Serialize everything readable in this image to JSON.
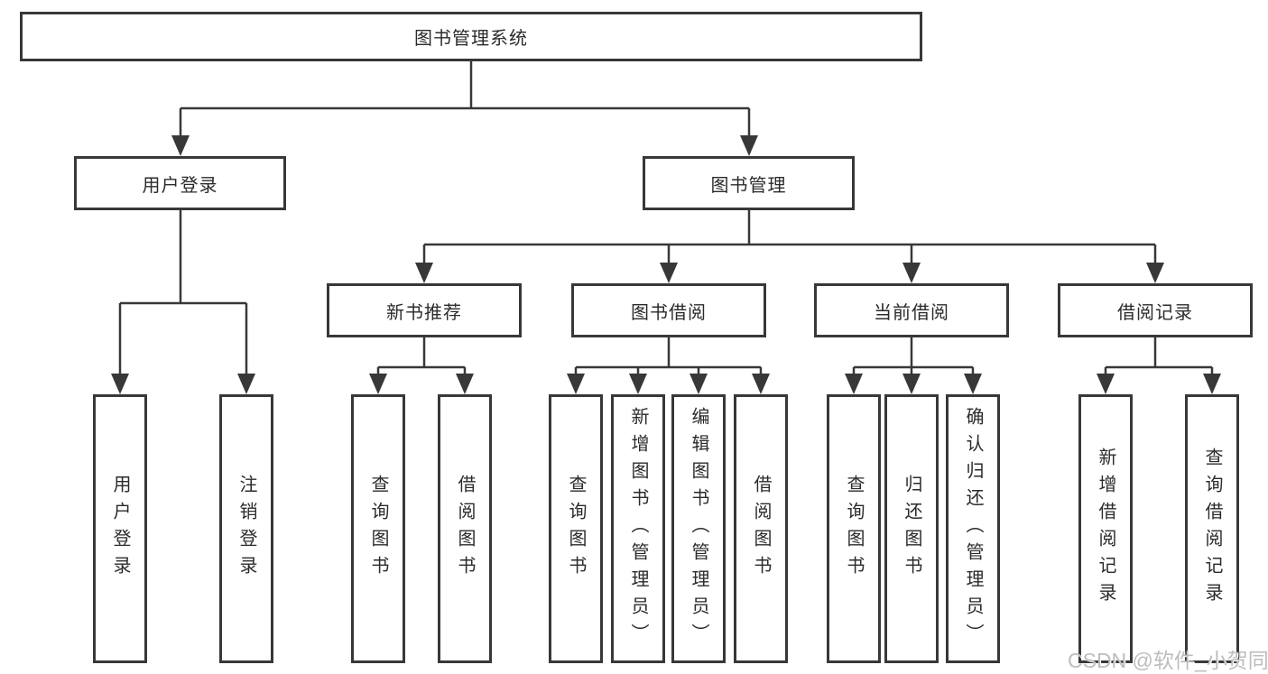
{
  "diagram": {
    "root": "图书管理系统",
    "user_login": {
      "label": "用户登录",
      "children": [
        "用户登录",
        "注销登录"
      ]
    },
    "book_mgmt": {
      "label": "图书管理",
      "sections": [
        {
          "label": "新书推荐",
          "children": [
            "查询图书",
            "借阅图书"
          ]
        },
        {
          "label": "图书借阅",
          "children": [
            "查询图书",
            "新增图书（管理员）",
            "编辑图书（管理员）",
            "借阅图书"
          ]
        },
        {
          "label": "当前借阅",
          "children": [
            "查询图书",
            "归还图书",
            "确认归还（管理员）"
          ]
        },
        {
          "label": "借阅记录",
          "children": [
            "新增借阅记录",
            "查询借阅记录"
          ]
        }
      ]
    }
  },
  "watermark": "CSDN @软件_小贺同学",
  "colors": {
    "line": "#383838",
    "box_border": "#383838",
    "text": "#2b2b2b",
    "watermark": "#bdbdbd",
    "background": "#ffffff"
  }
}
